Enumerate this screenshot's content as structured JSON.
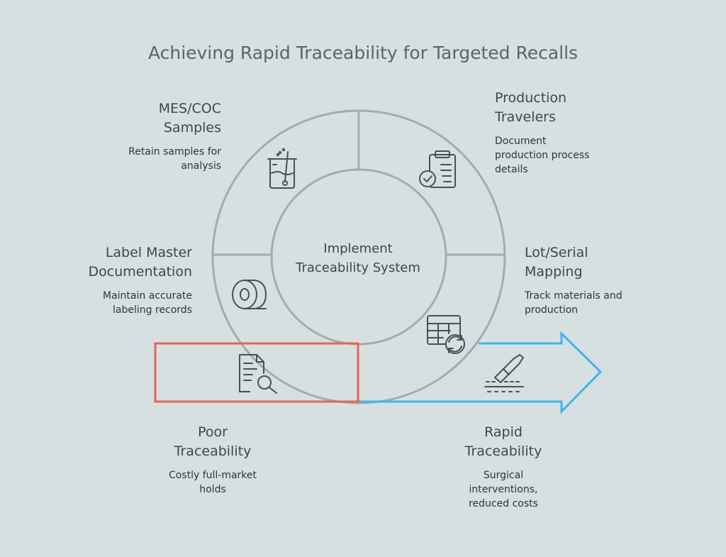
{
  "title": "Achieving Rapid Traceability for Targeted Recalls",
  "center": {
    "line1": "Implement",
    "line2": "Traceability System"
  },
  "segments": {
    "mes_coc": {
      "title_line1": "MES/COC",
      "title_line2": "Samples",
      "desc_line1": "Retain samples for",
      "desc_line2": "analysis",
      "icon": "beaker-icon"
    },
    "travelers": {
      "title_line1": "Production",
      "title_line2": "Travelers",
      "desc_line1": "Document",
      "desc_line2": "production process",
      "desc_line3": "details",
      "icon": "clipboard-check-icon"
    },
    "label_master": {
      "title_line1": "Label Master",
      "title_line2": "Documentation",
      "desc_line1": "Maintain accurate",
      "desc_line2": "labeling records",
      "icon": "label-roll-icon"
    },
    "lot_serial": {
      "title_line1": "Lot/Serial",
      "title_line2": "Mapping",
      "desc_line1": "Track materials and",
      "desc_line2": "production",
      "icon": "table-sync-icon"
    }
  },
  "outcomes": {
    "poor": {
      "title_line1": "Poor",
      "title_line2": "Traceability",
      "desc_line1": "Costly full-market",
      "desc_line2": "holds",
      "icon": "document-search-icon",
      "color": "#e5645c"
    },
    "rapid": {
      "title_line1": "Rapid",
      "title_line2": "Traceability",
      "desc_line1": "Surgical",
      "desc_line2": "interventions,",
      "desc_line3": "reduced costs",
      "icon": "scalpel-icon",
      "color": "#3fb5ec"
    }
  },
  "colors": {
    "background": "#d6e0e1",
    "ring": "#a4a8ab",
    "poor": "#e5645c",
    "rapid": "#3fb5ec"
  }
}
